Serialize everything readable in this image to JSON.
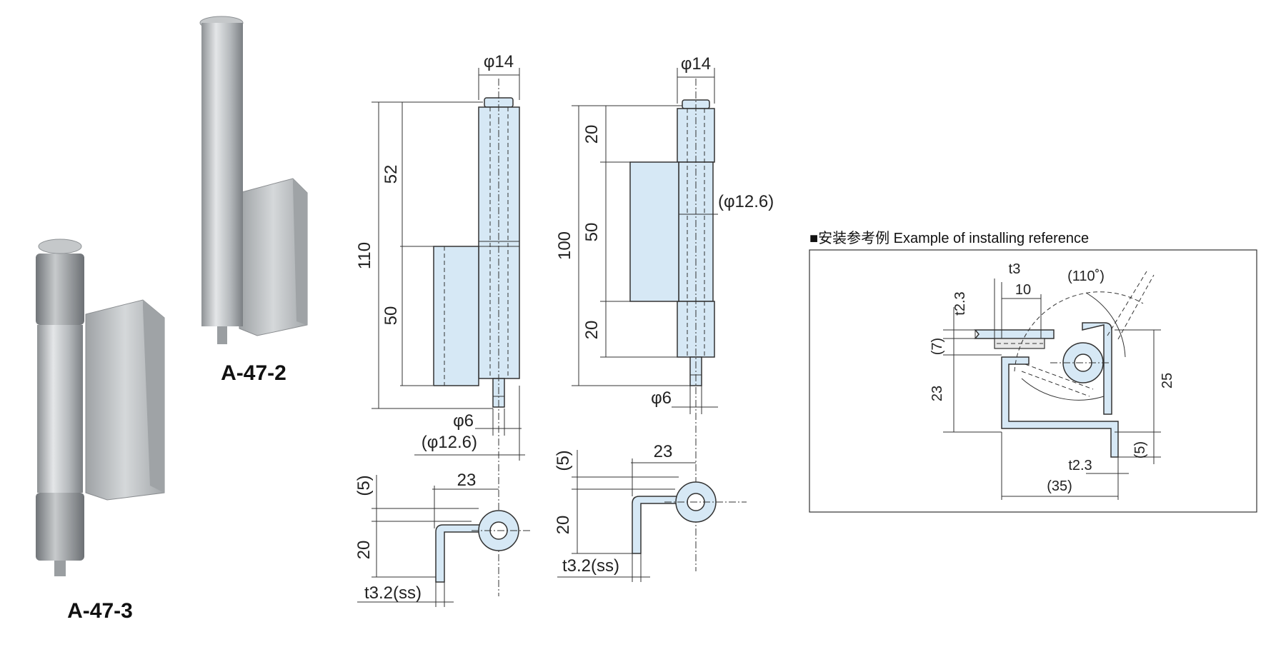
{
  "products": {
    "a47_3_label": "A-47-3",
    "a47_2_label": "A-47-2"
  },
  "drawing_left": {
    "dia_top": "φ14",
    "overall": "110",
    "upper": "52",
    "lower": "50",
    "pin_dia": "φ6",
    "barrel_dia": "(φ12.6)",
    "gap": "(5)",
    "width": "23",
    "height": "20",
    "thickness": "t3.2(ss)"
  },
  "drawing_right": {
    "dia_top": "φ14",
    "overall": "100",
    "top_seg": "20",
    "mid_seg": "50",
    "bottom_seg": "20",
    "barrel_dia": "(φ12.6)",
    "pin_dia": "φ6",
    "gap": "(5)",
    "width": "23",
    "height": "20",
    "thickness": "t3.2(ss)"
  },
  "install": {
    "title": "■安装参考例 Example of installing reference",
    "t3": "t3",
    "angle": "(110˚)",
    "dim10": "10",
    "t23_top": "t2.3",
    "dim7": "(7)",
    "dim23": "23",
    "dim25": "25",
    "dim5": "(5)",
    "t23_bottom": "t2.3",
    "dim35": "(35)"
  },
  "colors": {
    "part_fill": "#d6e8f5",
    "line": "#333333",
    "metal": "#b9bcbf"
  }
}
